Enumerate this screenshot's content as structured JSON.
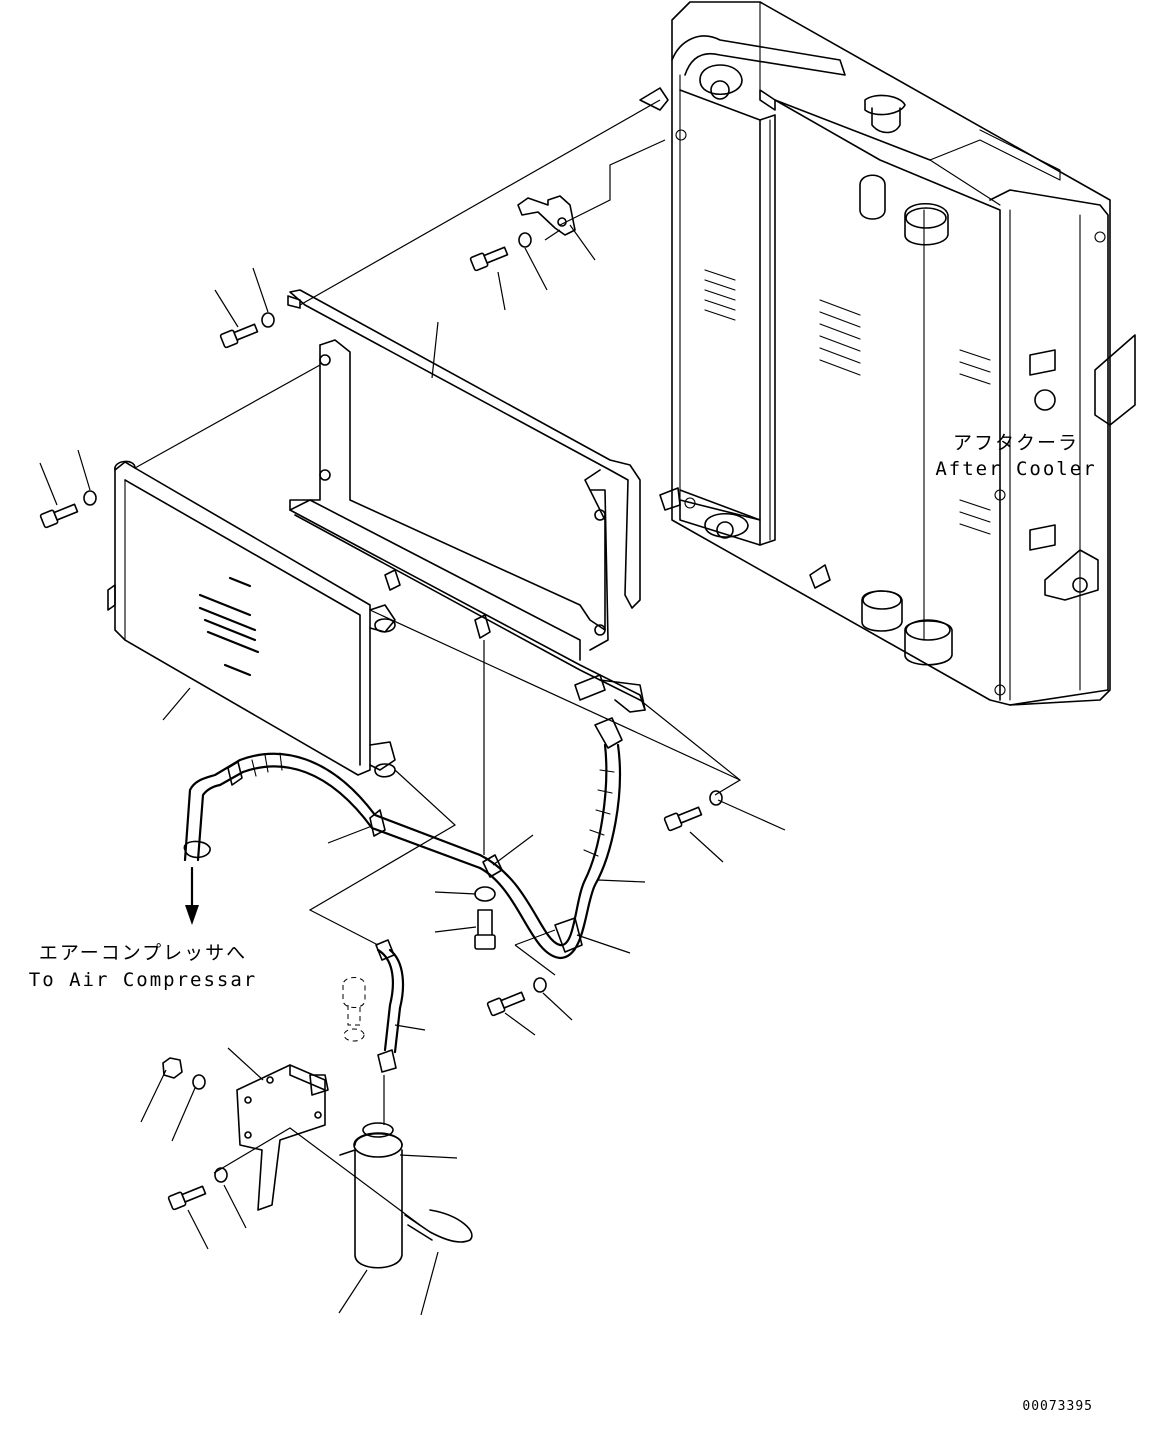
{
  "labels": {
    "aftercooler_jp": "アフタクーラ",
    "aftercooler_en": "After Cooler",
    "compressor_jp": "エアーコンプレッサへ",
    "compressor_en": "To Air Compressar"
  },
  "drawing_number": "00073395"
}
